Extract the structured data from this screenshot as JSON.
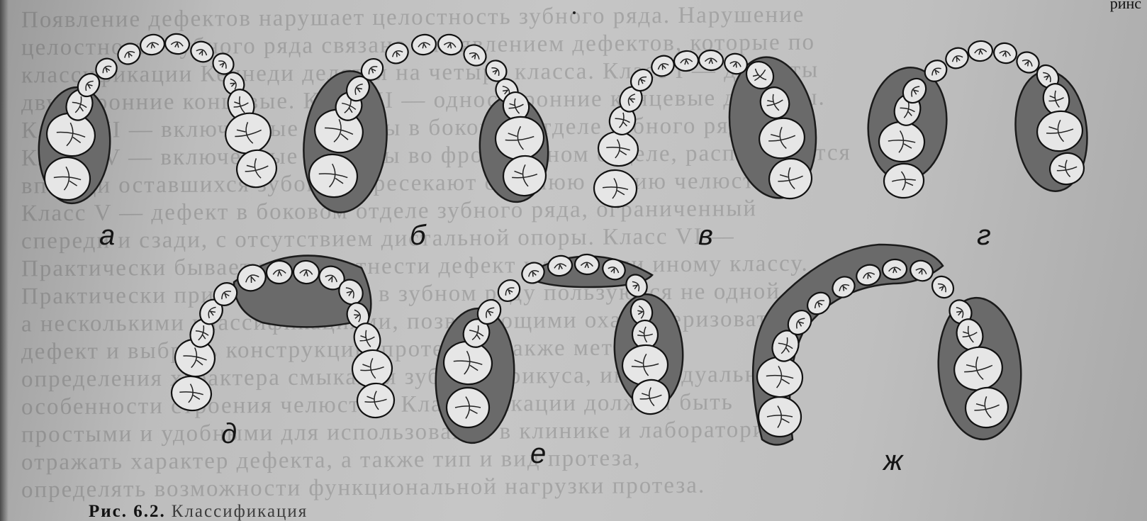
{
  "page": {
    "corner_text": "ринс",
    "caption_prefix": "Рис. 6.2.",
    "caption_rest": "Классификация"
  },
  "figure": {
    "panels": [
      {
        "id": "a",
        "label": "а"
      },
      {
        "id": "b",
        "label": "б"
      },
      {
        "id": "v",
        "label": "в"
      },
      {
        "id": "g",
        "label": "г"
      },
      {
        "id": "d",
        "label": "д"
      },
      {
        "id": "e",
        "label": "е"
      },
      {
        "id": "zh",
        "label": "ж"
      }
    ]
  },
  "background_text": [
    "Появление дефектов нарушает целостность зубного ряда. Нарушение",
    "целостности зубного ряда связано с появлением дефектов, которые по",
    "классификации Кеннеди делятся на четыре класса. Класс I — дефекты",
    "двусторонние концевые. Класс II — односторонние концевые дефекты.",
    "Класс III — включенные дефекты в боковом отделе зубного ряда.",
    "Класс IV — включенные дефекты во фронтальном отделе, располагаются",
    "впереди оставшихся зубов и пересекают среднюю линию челюсти.",
    "Класс V — дефект в боковом отделе зубного ряда, ограниченный",
    "спереди и сзади, с отсутствием дистальной опоры. Класс VI —",
    "Практически бывает трудно отнести дефект к тому или иному классу.",
    "Практически при их сочетании в зубном ряду пользуются не одной,",
    "а несколькими классификациями, позволяющими охарактеризовать",
    "дефект и выбрать конструкцию протеза, а также метод",
    "определения характера смыкания зубов и прикуса, индивидуальные",
    "особенности строения челюстей. Классификации должны быть",
    "простыми и удобными для использования в клинике и лаборатории,",
    "отражать характер дефекта, а также тип и вид протеза,",
    "определять возможности функциональной нагрузки протеза."
  ]
}
